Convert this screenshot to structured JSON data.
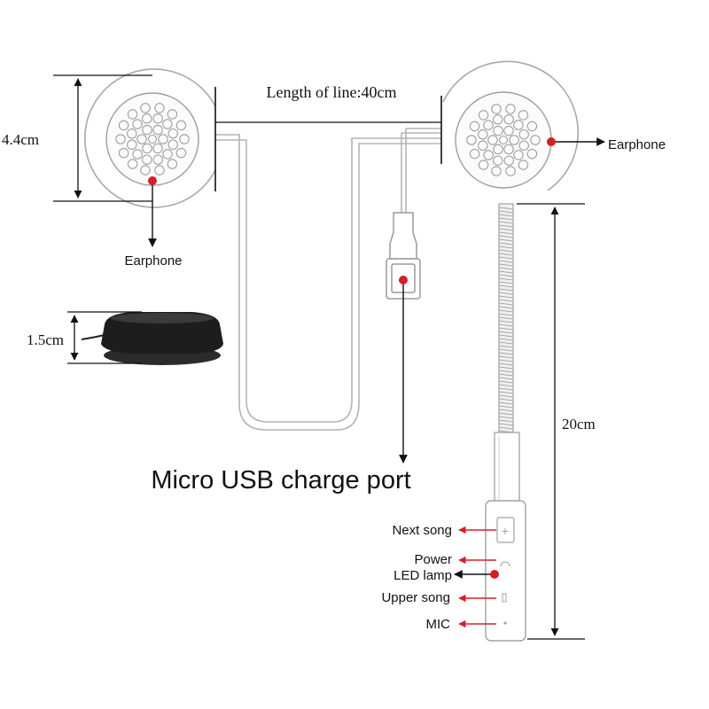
{
  "dimensions": {
    "line_length": "Length of line:40cm",
    "earphone_diameter": "4.4cm",
    "earphone_thickness": "1.5cm",
    "mic_boom_length": "20cm"
  },
  "callouts": {
    "earphone_left": "Earphone",
    "earphone_right": "Earphone",
    "charge_port": "Micro USB charge port"
  },
  "controls": {
    "next_song": "Next song",
    "power": "Power",
    "led_lamp": "LED lamp",
    "upper_song": "Upper song",
    "mic": "MIC"
  },
  "colors": {
    "callout_dot": "#d32027",
    "control_arrow": "#d32027",
    "line": "#111111",
    "device_outline": "#9a9a9a"
  }
}
